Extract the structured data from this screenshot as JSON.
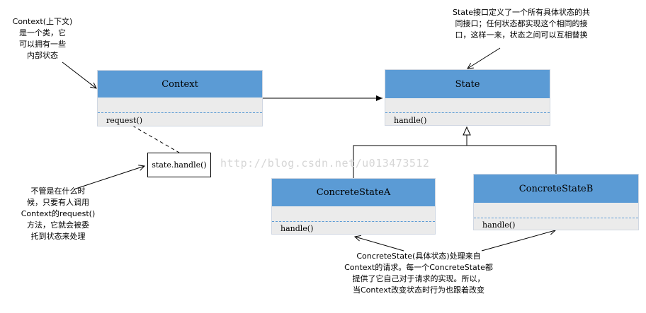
{
  "classes": {
    "context": {
      "name": "Context",
      "method": "request()"
    },
    "state": {
      "name": "State",
      "method": "handle()"
    },
    "concrete_a": {
      "name": "ConcreteStateA",
      "method": "handle()"
    },
    "concrete_b": {
      "name": "ConcreteStateB",
      "method": "handle()"
    }
  },
  "note_box": {
    "text": "state.handle()"
  },
  "notes": {
    "context_note": [
      "Context(上下文)",
      "是一个类，它",
      "可以拥有一些",
      "内部状态"
    ],
    "state_note": [
      "State接口定义了一个所有具体状态的共",
      "同接口；任何状态都实现这个相同的接",
      "口，这样一来，状态之间可以互相替换"
    ],
    "request_note": [
      "不管是在什么时",
      "候，只要有人调用",
      "Context的request()",
      "方法，它就会被委",
      "托到状态来处理"
    ],
    "concrete_note": [
      "ConcreteState(具体状态)处理来自",
      "Context的请求。每一个ConcreteState都",
      "提供了它自己对于请求的实现。所以，",
      "当Context改变状态时行为也跟着改变"
    ]
  },
  "watermark": "http://blog.csdn.net/u013473512",
  "colors": {
    "class_header": "#5b9bd5",
    "class_body": "#ebebeb",
    "line": "#000000"
  }
}
